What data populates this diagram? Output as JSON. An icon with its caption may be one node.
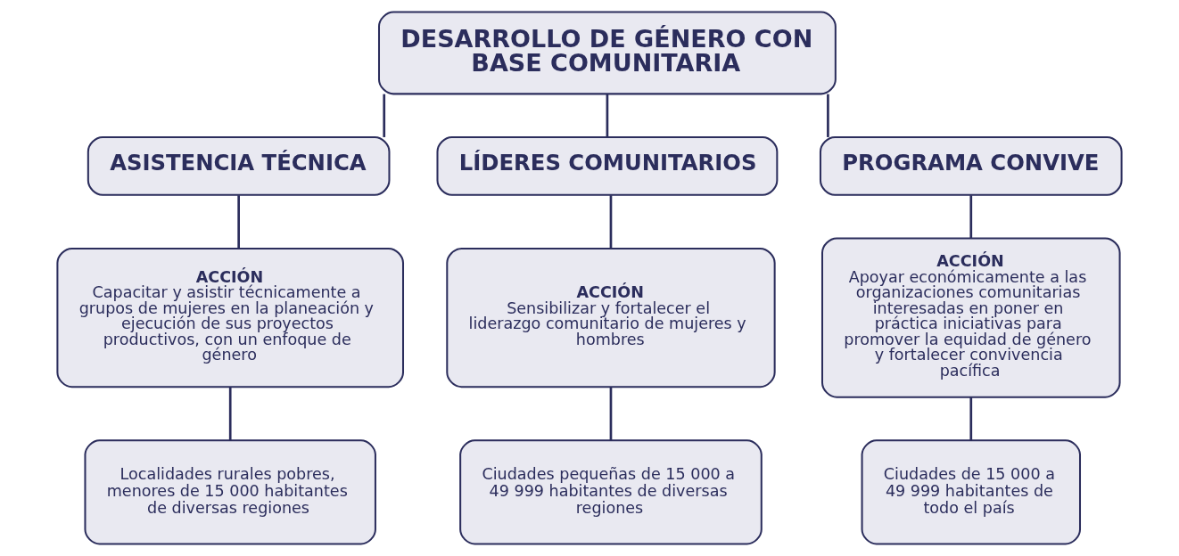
{
  "diagram": {
    "nodes": [
      {
        "text": [
          "DESARROLLO DE GÉNERO CON BASE COMUNITARIA"
        ]
      },
      {
        "text": [
          "ASISTENCIA TÉCNICA"
        ]
      },
      {
        "text": [
          "LÍDERES COMUNITARIOS"
        ]
      },
      {
        "text": [
          "PROGRAMA CONVIVE"
        ]
      },
      {
        "text": [
          "ACCIÓN",
          "Capacitar y asistir técnicamente a grupos de mujeres en la planeación y ejecución de sus proyectos productivos, con un enfoque de género"
        ]
      },
      {
        "text": [
          "Localidades rurales pobres, menores de 15 000 habitantes de diversas regiones"
        ]
      },
      {
        "text": [
          "ACCIÓN",
          "Sensibilizar y fortalecer el liderazgo comunitario de mujeres y hombres"
        ]
      },
      {
        "text": [
          "Ciudades pequeñas de 15 000 a 49 999 habitantes de diversas regiones"
        ]
      },
      {
        "text": [
          "ACCIÓN",
          "Apoyar económicamente a las organizaciones comunitarias interesadas en poner en práctica iniciativas para promover la equidad de género y fortalecer convivencia pacífica"
        ]
      },
      {
        "text": [
          "Ciudades de 15 000 a 49 999 habitantes de todo el país"
        ]
      }
    ],
    "edges": [
      {
        "from": 0,
        "to": 1,
        "arrow": "none"
      },
      {
        "from": 0,
        "to": 2,
        "arrow": "none"
      },
      {
        "from": 0,
        "to": 3,
        "arrow": "none"
      },
      {
        "from": 1,
        "to": 4,
        "arrow": "none"
      },
      {
        "from": 4,
        "to": 5,
        "arrow": "none"
      },
      {
        "from": 2,
        "to": 6,
        "arrow": "none"
      },
      {
        "from": 6,
        "to": 7,
        "arrow": "none"
      },
      {
        "from": 3,
        "to": 8,
        "arrow": "none"
      },
      {
        "from": 8,
        "to": 9,
        "arrow": "none"
      }
    ]
  }
}
